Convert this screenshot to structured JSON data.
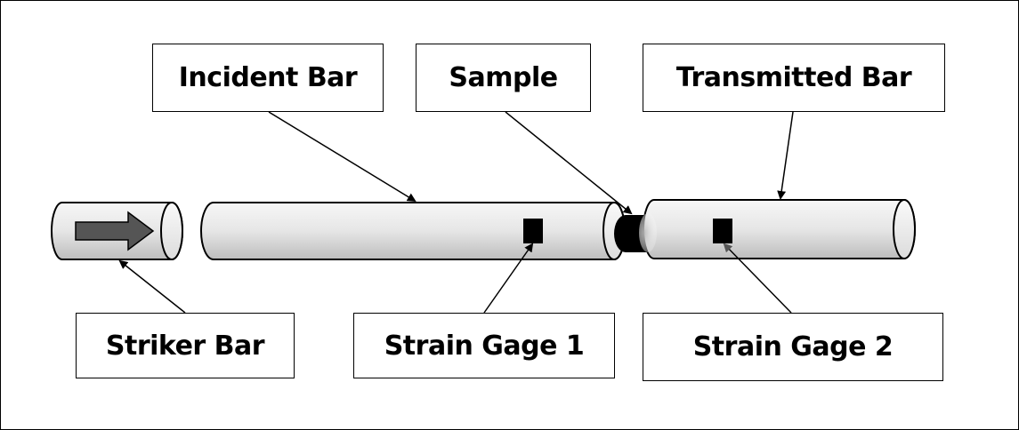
{
  "diagram": {
    "title": "Split Hopkinson Pressure Bar setup",
    "labels": {
      "incident_bar": "Incident Bar",
      "sample": "Sample",
      "transmitted_bar": "Transmitted Bar",
      "striker_bar": "Striker Bar",
      "strain_gage_1": "Strain Gage 1",
      "strain_gage_2": "Strain Gage 2"
    },
    "icons": {
      "impact_direction": "right-arrow-icon"
    },
    "colors": {
      "bar_fill_top": "#f5f5f5",
      "bar_fill_bottom": "#bdbdbd",
      "gage": "#000000",
      "arrow_fill": "#555555",
      "outline": "#000000"
    }
  }
}
